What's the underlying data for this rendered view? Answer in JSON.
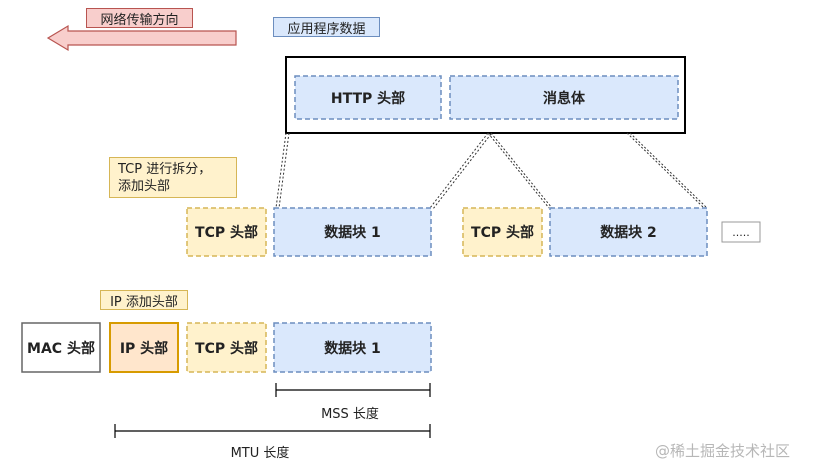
{
  "direction_label": "网络传输方向",
  "app_data_label": "应用程序数据",
  "http_header": "HTTP 头部",
  "message_body": "消息体",
  "tcp_note": "TCP 进行拆分，\n添加头部",
  "tcp_header": "TCP 头部",
  "data_block_1": "数据块 1",
  "data_block_2": "数据块 2",
  "more": ".....",
  "ip_note": "IP 添加头部",
  "mac_header": "MAC 头部",
  "ip_header": "IP 头部",
  "mss_label": "MSS 长度",
  "mtu_label": "MTU 长度",
  "watermark": "@稀土掘金技术社区",
  "colors": {
    "blue_fill": "#dae8fc",
    "blue_stroke": "#6c8ebf",
    "yellow_fill": "#fff2cc",
    "yellow_stroke": "#d6b656",
    "orange_fill": "#ffe6cc",
    "orange_stroke": "#d79b00",
    "pink_fill": "#f8cecc",
    "pink_stroke": "#b85450",
    "gray_stroke": "#666666"
  }
}
